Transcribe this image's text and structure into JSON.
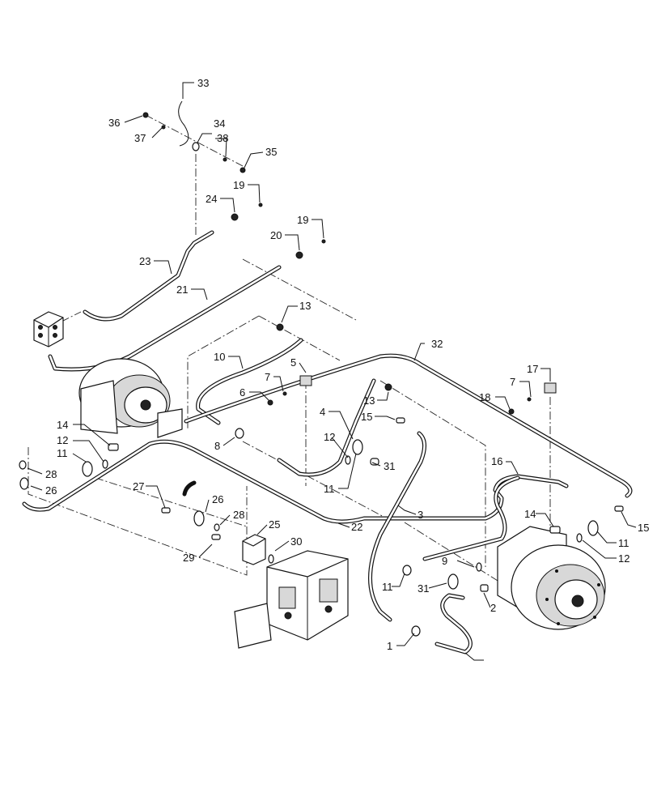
{
  "diagram": {
    "callouts": [
      {
        "id": "c33",
        "text": "33"
      },
      {
        "id": "c36",
        "text": "36"
      },
      {
        "id": "c34",
        "text": "34"
      },
      {
        "id": "c37",
        "text": "37"
      },
      {
        "id": "c38",
        "text": "38"
      },
      {
        "id": "c35",
        "text": "35"
      },
      {
        "id": "c19a",
        "text": "19"
      },
      {
        "id": "c24",
        "text": "24"
      },
      {
        "id": "c19b",
        "text": "19"
      },
      {
        "id": "c20",
        "text": "20"
      },
      {
        "id": "c23",
        "text": "23"
      },
      {
        "id": "c21",
        "text": "21"
      },
      {
        "id": "c13a",
        "text": "13"
      },
      {
        "id": "c32",
        "text": "32"
      },
      {
        "id": "c10",
        "text": "10"
      },
      {
        "id": "c5",
        "text": "5"
      },
      {
        "id": "c7a",
        "text": "7"
      },
      {
        "id": "c17",
        "text": "17"
      },
      {
        "id": "c6",
        "text": "6"
      },
      {
        "id": "c13b",
        "text": "13"
      },
      {
        "id": "c7b",
        "text": "7"
      },
      {
        "id": "c18",
        "text": "18"
      },
      {
        "id": "c4",
        "text": "4"
      },
      {
        "id": "c15a",
        "text": "15"
      },
      {
        "id": "c14a",
        "text": "14"
      },
      {
        "id": "c8",
        "text": "8"
      },
      {
        "id": "c12a",
        "text": "12"
      },
      {
        "id": "c11a",
        "text": "11"
      },
      {
        "id": "c12b",
        "text": "12"
      },
      {
        "id": "c31a",
        "text": "31"
      },
      {
        "id": "c28a",
        "text": "28"
      },
      {
        "id": "c11b",
        "text": "11"
      },
      {
        "id": "c16",
        "text": "16"
      },
      {
        "id": "c26a",
        "text": "26"
      },
      {
        "id": "c27",
        "text": "27"
      },
      {
        "id": "c26b",
        "text": "26"
      },
      {
        "id": "c3",
        "text": "3"
      },
      {
        "id": "c28b",
        "text": "28"
      },
      {
        "id": "c22",
        "text": "22"
      },
      {
        "id": "c14b",
        "text": "14"
      },
      {
        "id": "c15b",
        "text": "15"
      },
      {
        "id": "c25",
        "text": "25"
      },
      {
        "id": "c11c",
        "text": "11"
      },
      {
        "id": "c29",
        "text": "29"
      },
      {
        "id": "c30",
        "text": "30"
      },
      {
        "id": "c12c",
        "text": "12"
      },
      {
        "id": "c9",
        "text": "9"
      },
      {
        "id": "c11d",
        "text": "11"
      },
      {
        "id": "c31b",
        "text": "31"
      },
      {
        "id": "c2",
        "text": "2"
      },
      {
        "id": "c1",
        "text": "1"
      }
    ]
  }
}
